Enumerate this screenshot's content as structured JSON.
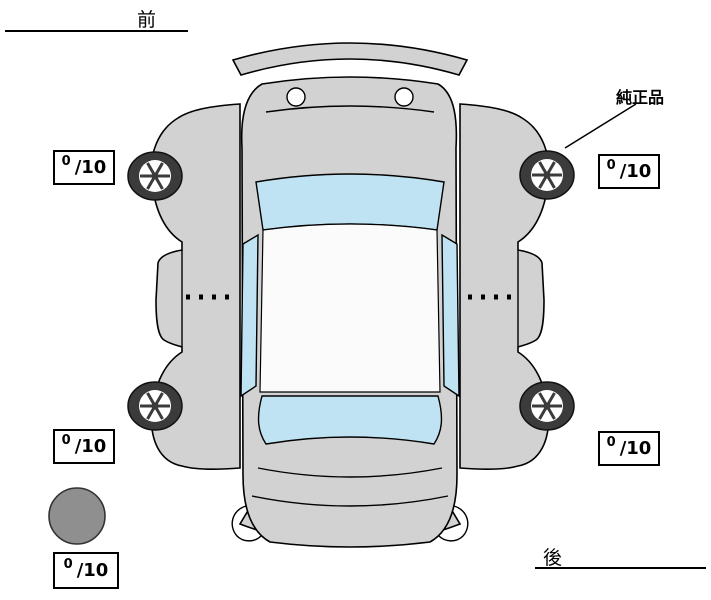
{
  "labels": {
    "front": "前",
    "rear": "後",
    "genuine_part": "純正品"
  },
  "tread_scores": {
    "front_left": {
      "value": "0",
      "max": "/10"
    },
    "front_right": {
      "value": "0",
      "max": "/10"
    },
    "rear_left": {
      "value": "0",
      "max": "/10"
    },
    "rear_right": {
      "value": "0",
      "max": "/10"
    },
    "spare": {
      "value": "0",
      "max": "/10"
    }
  },
  "icons": {
    "spare_tire": "spare-tire-circle",
    "tires": "wheel-with-spokes"
  },
  "colors": {
    "body": "#d2d2d2",
    "glass": "#bfe3f2",
    "tire": "#3b3b3b",
    "spare_tire": "#8f8f8f",
    "line": "#000000"
  }
}
